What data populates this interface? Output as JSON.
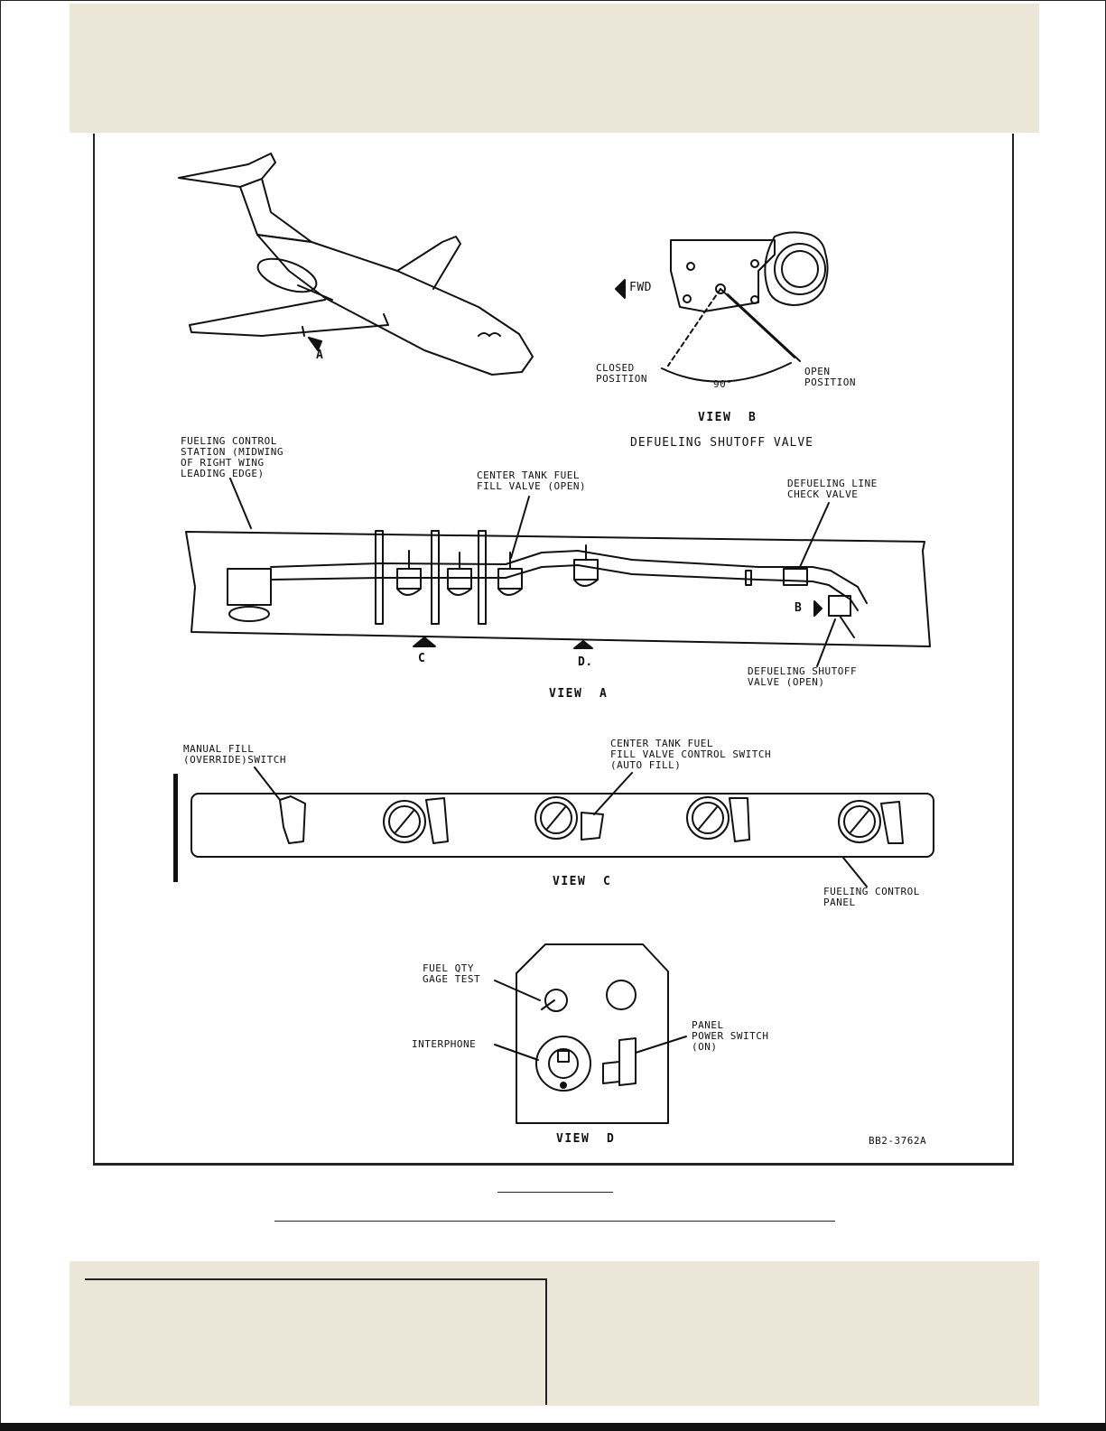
{
  "view_b": {
    "fwd_label": "FWD",
    "closed_position": "CLOSED\nPOSITION",
    "open_position": "OPEN\nPOSITION",
    "angle": "90°",
    "title": "VIEW  B",
    "caption": "DEFUELING SHUTOFF VALVE"
  },
  "aircraft": {
    "callout_a": "A"
  },
  "view_a": {
    "fueling_station": "FUELING CONTROL\nSTATION (MIDWING\nOF RIGHT WING\nLEADING EDGE)",
    "center_tank_valve": "CENTER TANK FUEL\nFILL VALVE (OPEN)",
    "check_valve": "DEFUELING LINE\nCHECK VALVE",
    "shutoff_valve": "DEFUELING SHUTOFF\nVALVE (OPEN)",
    "callout_b": "B",
    "callout_c": "C",
    "callout_d": "D.",
    "title": "VIEW  A"
  },
  "view_c": {
    "manual_fill": "MANUAL FILL\n(OVERRIDE)SWITCH",
    "center_tank_switch": "CENTER TANK FUEL\nFILL VALVE CONTROL SWITCH\n(AUTO FILL)",
    "panel": "FUELING CONTROL\nPANEL",
    "title": "VIEW  C"
  },
  "view_d": {
    "gage_test": "FUEL QTY\nGAGE TEST",
    "interphone": "INTERPHONE",
    "power_switch": "PANEL\nPOWER SWITCH\n(ON)",
    "title": "VIEW  D"
  },
  "figure_id": "BB2-3762A"
}
